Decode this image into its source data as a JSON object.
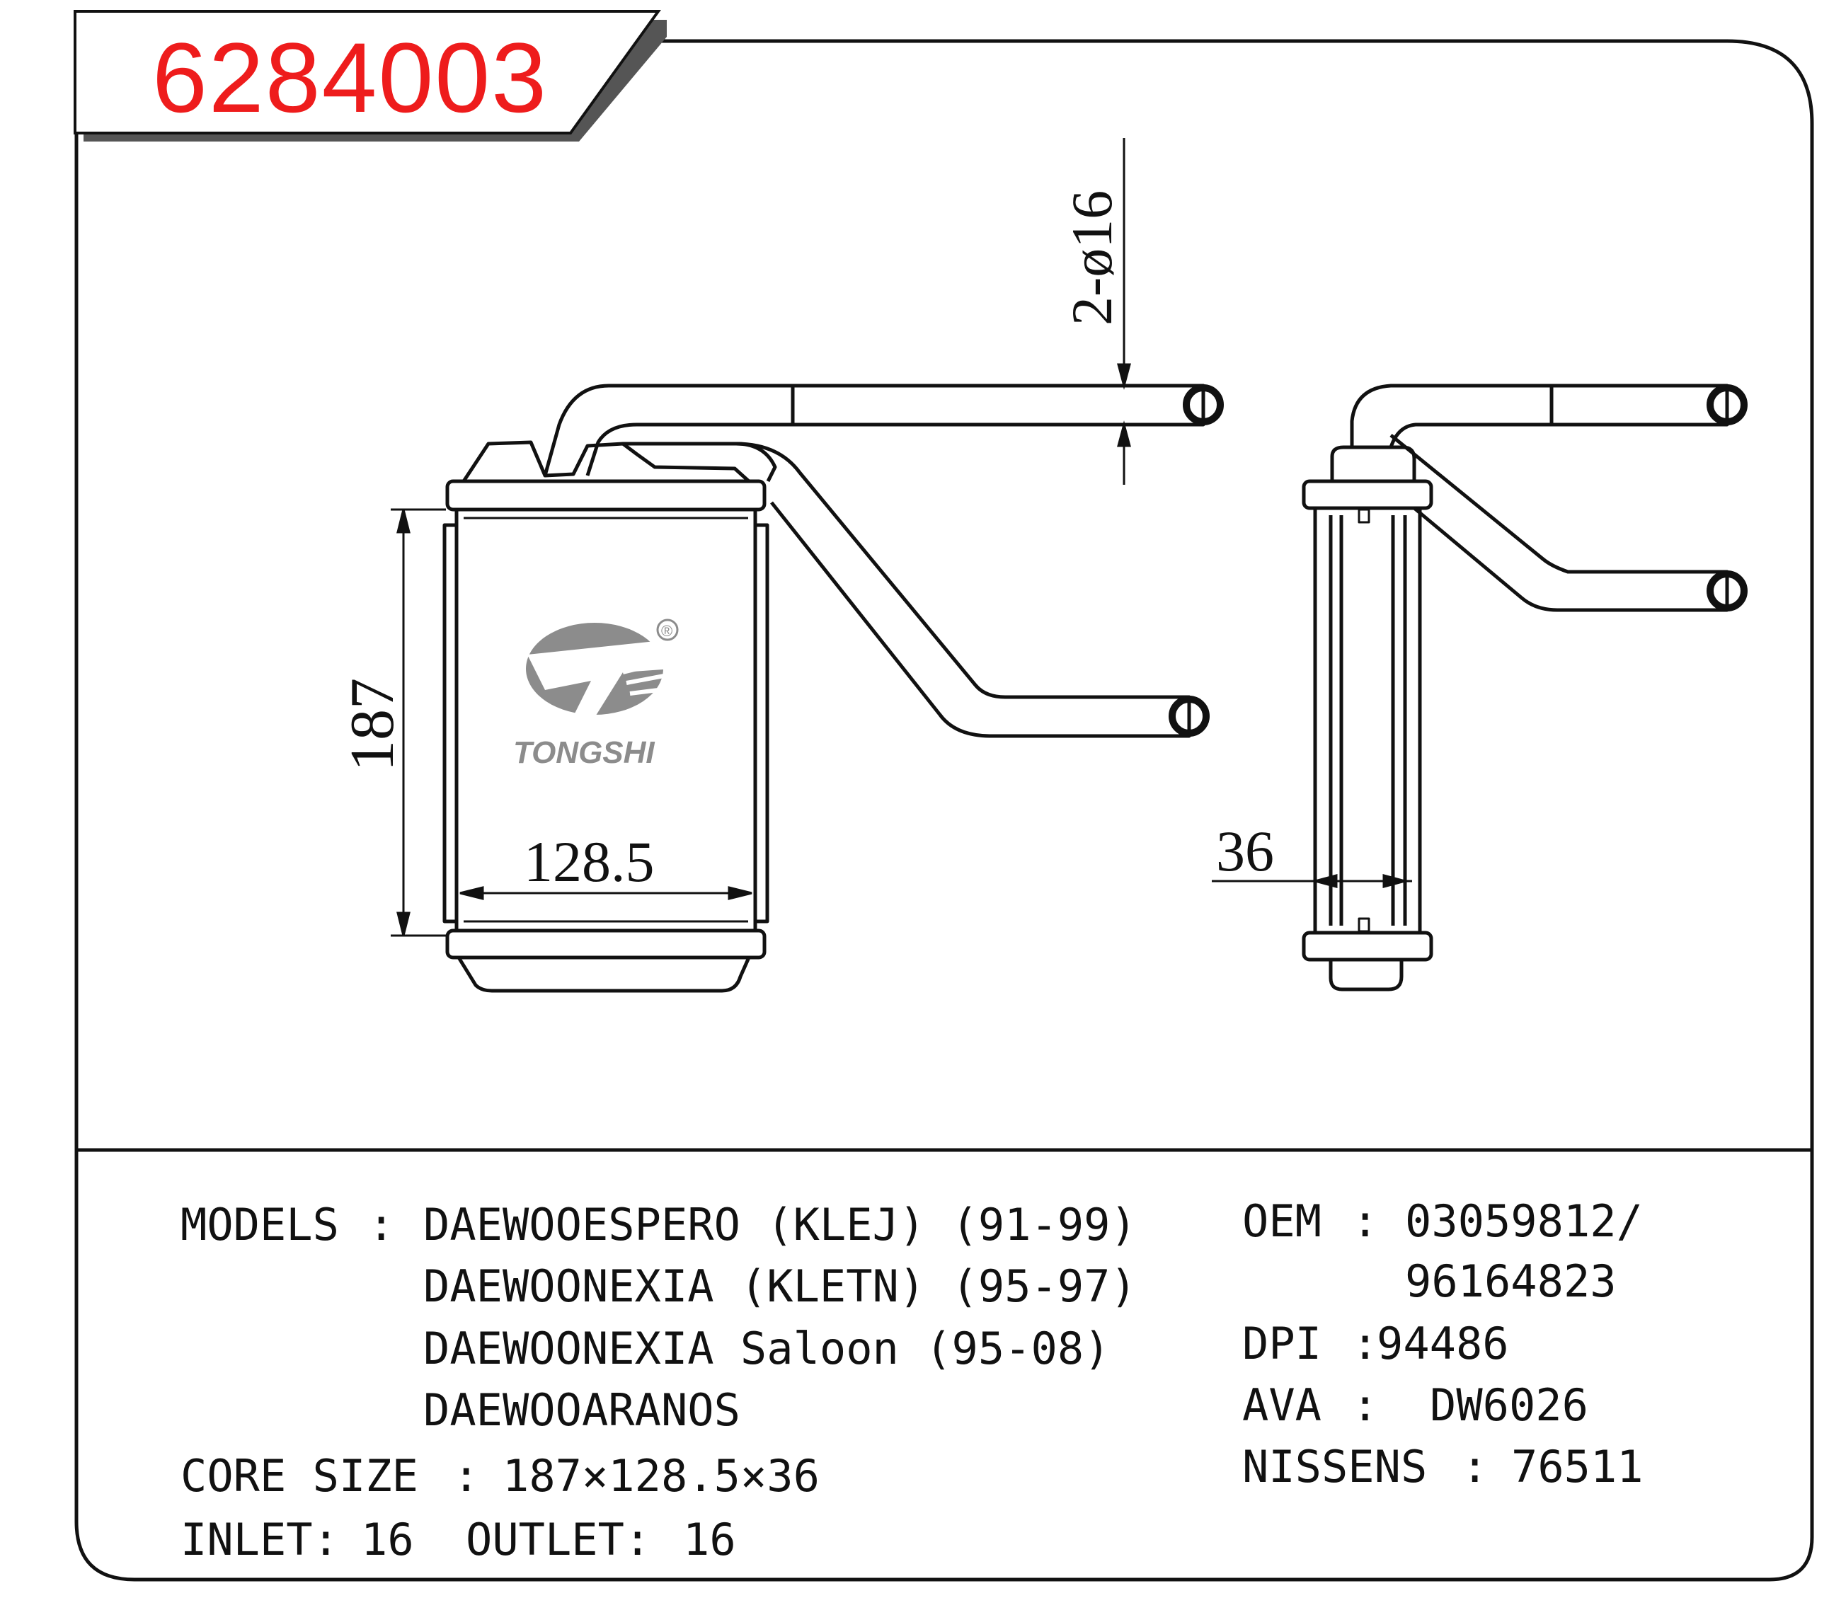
{
  "part_number": "6284003",
  "brand": {
    "name": "TONGSHI",
    "registered_mark": "®"
  },
  "dimensions": {
    "pipe_diameter_label": "2-ø16",
    "height": "187",
    "width": "128.5",
    "depth": "36"
  },
  "specs": {
    "models_label": "MODELS",
    "models_sep": ":",
    "models": [
      "DAEWOOESPERO (KLEJ) (91-99)",
      "DAEWOONEXIA (KLETN) (95-97)",
      "DAEWOONEXIA Saloon (95-08)",
      "DAEWOOARANOS"
    ],
    "core_size_label": "CORE SIZE",
    "core_size_sep": ":",
    "core_size": "187×128.5×36",
    "inlet_label": "INLET:",
    "inlet": "16",
    "outlet_label": "OUTLET:",
    "outlet": "16",
    "oem_label": "OEM",
    "oem_sep": ":",
    "oem": [
      "03059812/",
      "96164823"
    ],
    "dpi_label": "DPI",
    "dpi_sep": ":",
    "dpi": "94486",
    "ava_label": "AVA",
    "ava_sep": ":",
    "ava": "DW6026",
    "nissens_label": "NISSENS",
    "nissens_sep": ":",
    "nissens": "76511"
  },
  "colors": {
    "part_number": "#ee1c1c",
    "line": "#111111",
    "logo_gray": "#8c8c8c",
    "banner_shadow": "#555555"
  }
}
